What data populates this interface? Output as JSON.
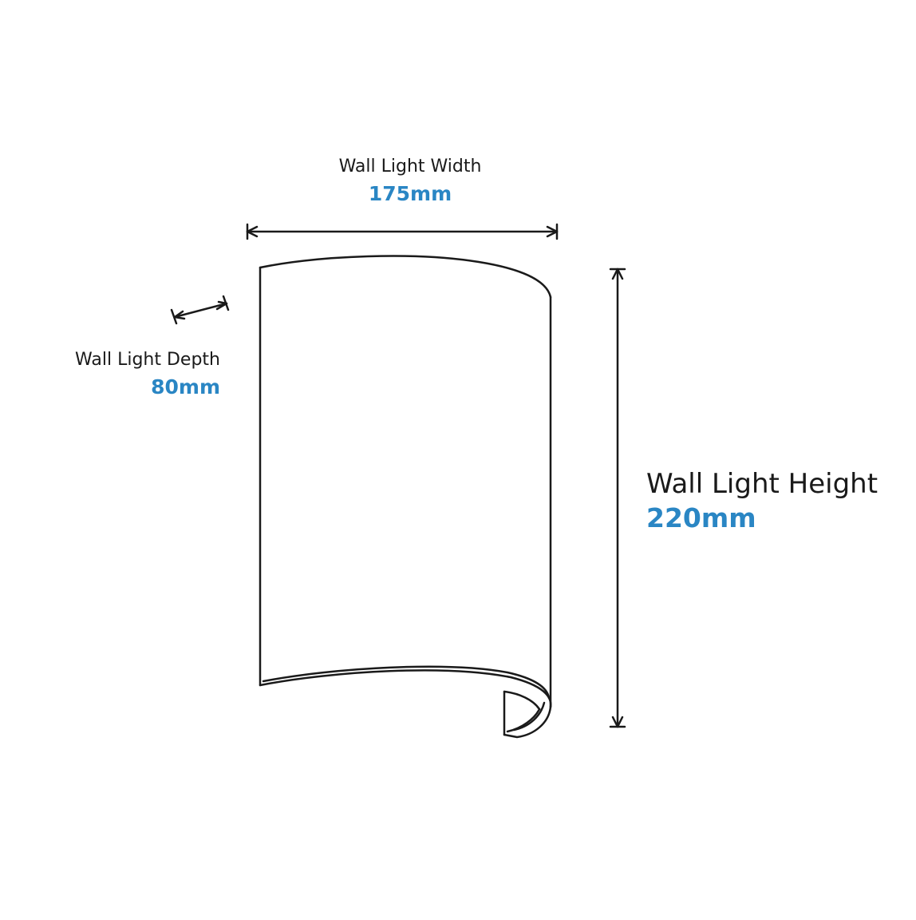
{
  "accent_color": "#2a86c4",
  "line_color": "#1a1a1a",
  "dimensions": {
    "width": {
      "label": "Wall Light Width",
      "value": "175mm"
    },
    "depth": {
      "label": "Wall Light Depth",
      "value": "80mm"
    },
    "height": {
      "label": "Wall Light Height",
      "value": "220mm"
    }
  }
}
